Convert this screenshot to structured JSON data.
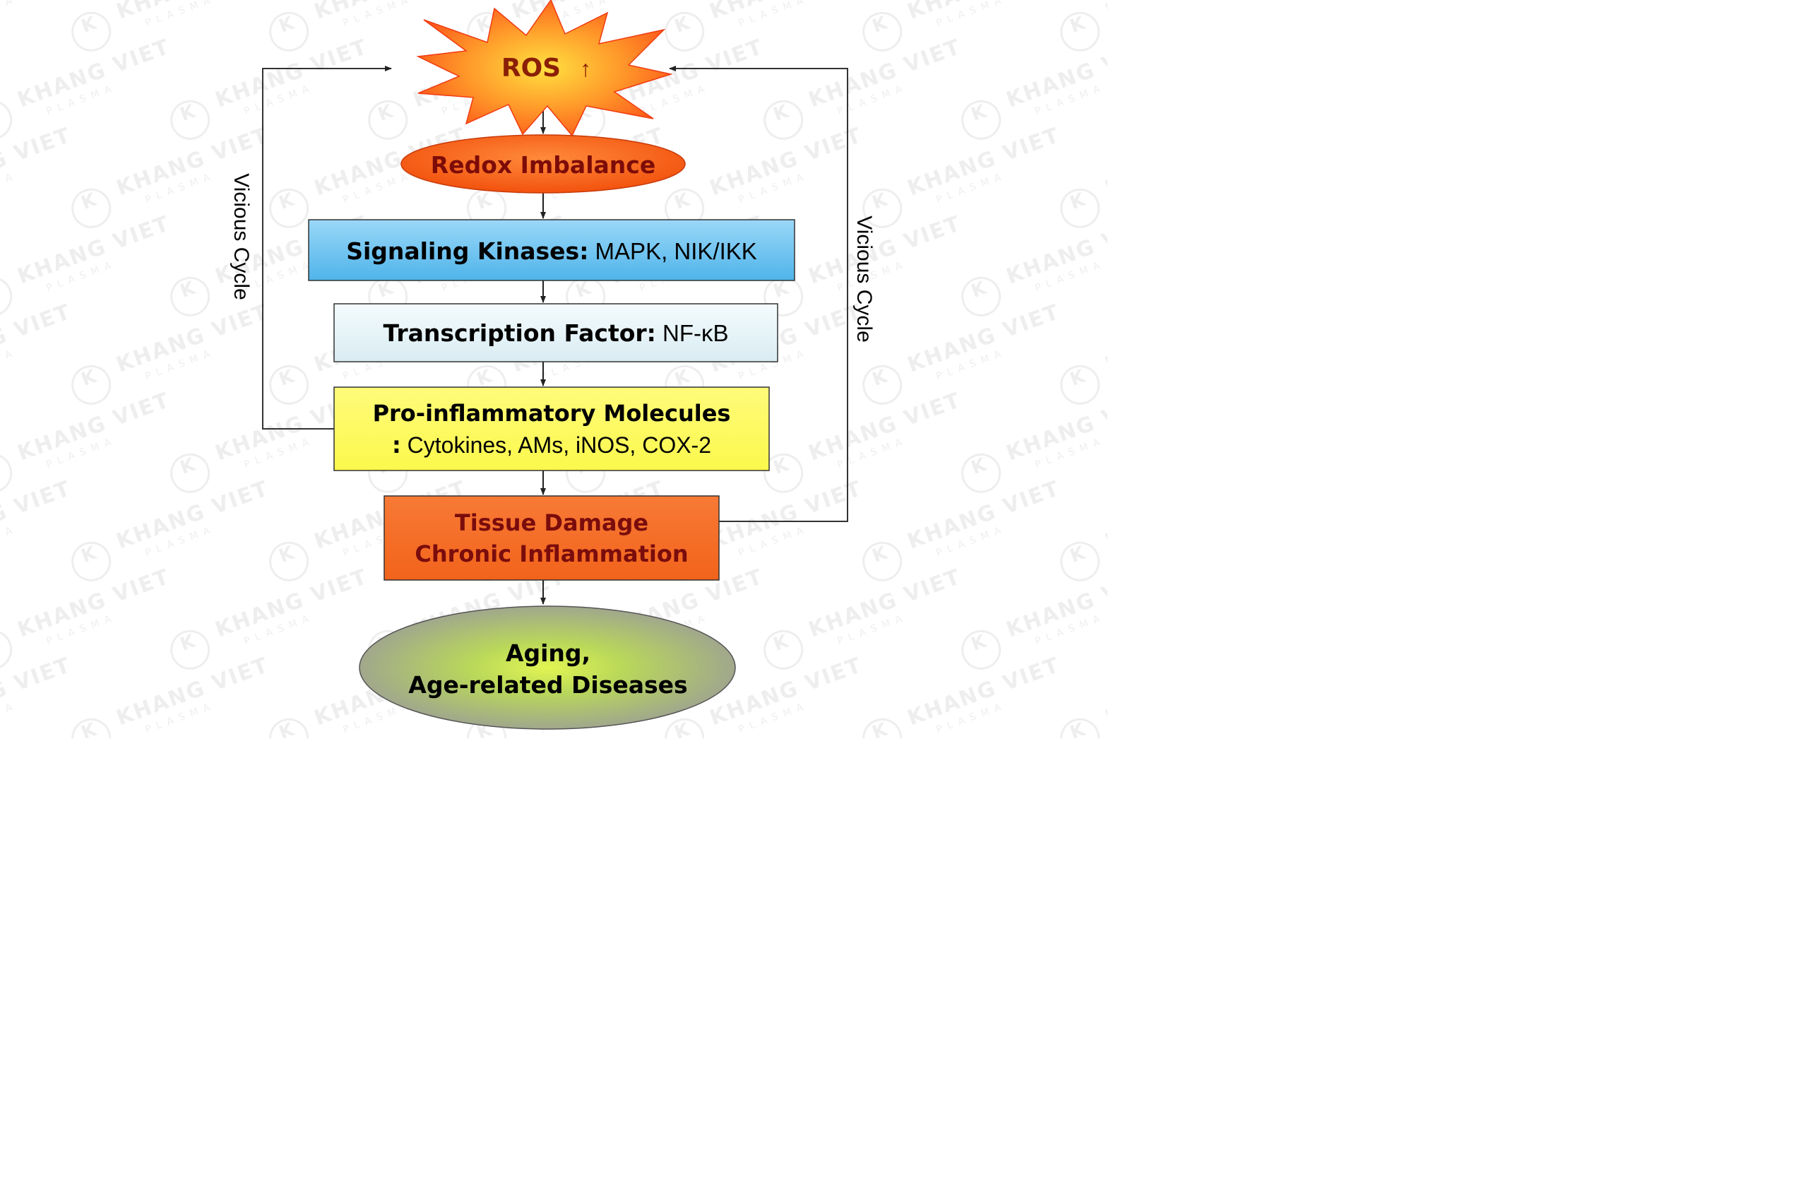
{
  "watermark": {
    "brand": "KHANG VIET",
    "sub": "PLASMA",
    "logo": "K"
  },
  "nodes": {
    "ros": {
      "label": "ROS",
      "arrow": "↑"
    },
    "redox": {
      "label": "Redox Imbalance"
    },
    "kinases": {
      "bold": "Signaling Kinases:",
      "plain": " MAPK, NIK/IKK"
    },
    "tf": {
      "bold": "Transcription Factor:",
      "plain": " NF-κB"
    },
    "proinfl": {
      "line1": "Pro-inflammatory Molecules",
      "bold2": ":",
      "plain2": " Cytokines, AMs, iNOS, COX-2"
    },
    "tissue": {
      "line1": "Tissue Damage",
      "line2": "Chronic Inflammation"
    },
    "aging": {
      "line1": "Aging,",
      "line2": "Age-related Diseases"
    }
  },
  "cycles": {
    "left": "Vicious Cycle",
    "right": "Vicious Cycle"
  },
  "colors": {
    "ros_fill": "#fb5a1a",
    "ros_glow": "#ffe040",
    "ros_text": "#8a1f05",
    "redox_fill": "#f2520e",
    "redox_text": "#7d0c08",
    "kinases_fill": "#4fb4ea",
    "tf_fill": "#d9ecf2",
    "proinfl_fill": "#fbf84c",
    "tissue_fill": "#f2631b",
    "tissue_text": "#7a0c0c",
    "aging_center": "#e2f552",
    "aging_edge": "#9a9a9a",
    "line": "#333333"
  }
}
